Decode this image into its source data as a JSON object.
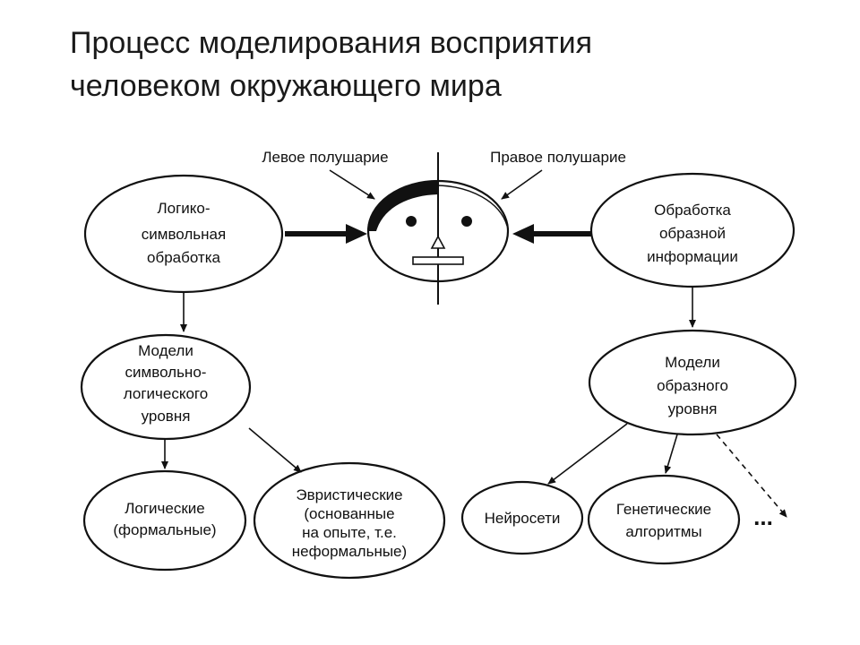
{
  "title": {
    "line1": "Процесс моделирования восприятия",
    "line2": "человеком окружающего мира"
  },
  "diagram": {
    "hemisphere_left": "Левое полушарие",
    "hemisphere_right": "Правое полушарие",
    "logic_processing": [
      "Логико-",
      "символьная",
      "обработка"
    ],
    "image_processing": [
      "Обработка",
      "образной",
      "информации"
    ],
    "symbolic_models": [
      "Модели",
      "символьно-",
      "логического",
      "уровня"
    ],
    "image_models": [
      "Модели",
      "образного",
      "уровня"
    ],
    "logical": [
      "Логические",
      "(формальные)"
    ],
    "heuristic": [
      "Эвристические",
      "(основанные",
      "на опыте, т.е.",
      "неформальные)"
    ],
    "neural": [
      "Нейросети"
    ],
    "genetic": [
      "Генетические",
      "алгоритмы"
    ],
    "more": "..."
  }
}
